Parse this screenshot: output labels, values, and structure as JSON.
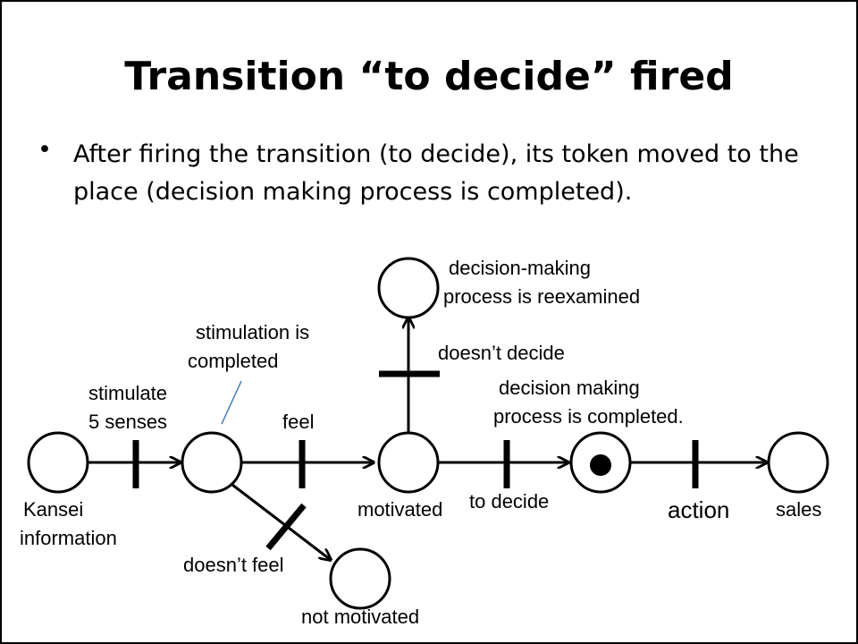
{
  "slide": {
    "title": "Transition “to decide” fired",
    "bullet": "After firing the transition (to decide), its token moved to the place (decision making process is completed)."
  },
  "diagram": {
    "places": [
      {
        "id": "kansei",
        "label_lines": [
          "Kansei",
          "information"
        ],
        "token": false
      },
      {
        "id": "stimulation-completed",
        "label_lines": [
          "stimulation is",
          "completed"
        ],
        "token": false
      },
      {
        "id": "motivated",
        "label_lines": [
          "motivated"
        ],
        "token": false
      },
      {
        "id": "reexamined",
        "label_lines": [
          "decision-making",
          "process is reexamined"
        ],
        "token": false
      },
      {
        "id": "decision-completed",
        "label_lines": [
          "decision making",
          "process is completed."
        ],
        "token": true
      },
      {
        "id": "sales",
        "label_lines": [
          "sales"
        ],
        "token": false
      },
      {
        "id": "not-motivated",
        "label_lines": [
          "not motivated"
        ],
        "token": false
      }
    ],
    "transitions": [
      {
        "id": "stimulate",
        "label_lines": [
          "stimulate",
          "5 senses"
        ]
      },
      {
        "id": "feel",
        "label_lines": [
          "feel"
        ]
      },
      {
        "id": "doesnt-decide",
        "label_lines": [
          "doesn’t decide"
        ]
      },
      {
        "id": "to-decide",
        "label_lines": [
          "to decide"
        ]
      },
      {
        "id": "action",
        "label_lines": [
          "action"
        ]
      },
      {
        "id": "doesnt-feel",
        "label_lines": [
          "doesn’t feel"
        ]
      }
    ]
  }
}
